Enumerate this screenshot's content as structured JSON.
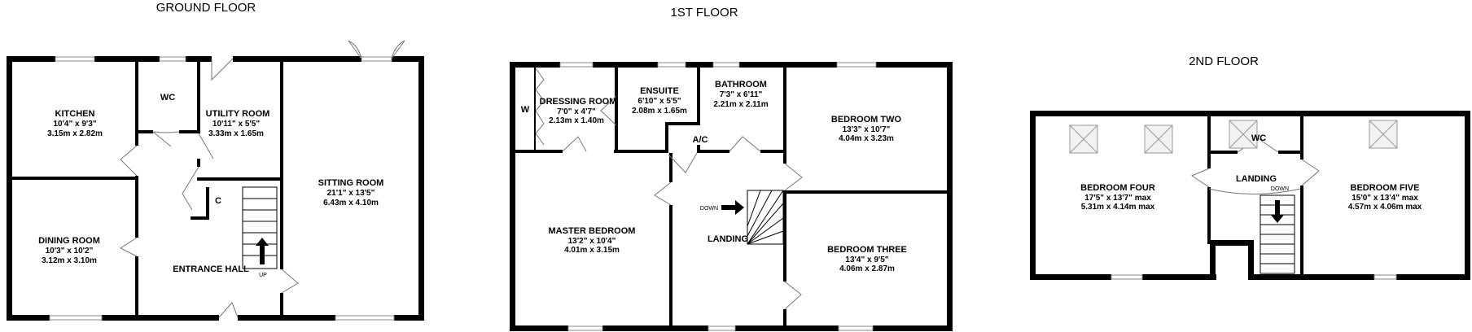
{
  "floors": {
    "ground": {
      "title": "GROUND FLOOR",
      "kitchen": {
        "name": "KITCHEN",
        "dim1": "10'4\"  x 9'3\"",
        "dim2": "3.15m  x 2.82m"
      },
      "wc": {
        "name": "WC"
      },
      "utility": {
        "name": "UTILITY ROOM",
        "dim1": "10'11\"  x 5'5\"",
        "dim2": "3.33m  x 1.65m"
      },
      "sitting": {
        "name": "SITTING ROOM",
        "dim1": "21'1\"  x 13'5\"",
        "dim2": "6.43m  x 4.10m"
      },
      "dining": {
        "name": "DINING ROOM",
        "dim1": "10'3\"  x 10'2\"",
        "dim2": "3.12m  x 3.10m"
      },
      "cupboard": {
        "name": "C"
      },
      "hall": {
        "name": "ENTRANCE HALL"
      },
      "stair_label": "UP"
    },
    "first": {
      "title": "1ST FLOOR",
      "wardrobe": {
        "name": "W"
      },
      "dressing": {
        "name": "DRESSING ROOM",
        "dim1": "7'0\"  x 4'7\"",
        "dim2": "2.13m  x 1.40m"
      },
      "ensuite": {
        "name": "ENSUITE",
        "dim1": "6'10\"  x 5'5\"",
        "dim2": "2.08m  x 1.65m"
      },
      "bathroom": {
        "name": "BATHROOM",
        "dim1": "7'3\"  x 6'11\"",
        "dim2": "2.21m  x 2.11m"
      },
      "bed2": {
        "name": "BEDROOM TWO",
        "dim1": "13'3\"  x 10'7\"",
        "dim2": "4.04m  x 3.23m"
      },
      "ac": {
        "name": "A/C"
      },
      "master": {
        "name": "MASTER BEDROOM",
        "dim1": "13'2\"  x 10'4\"",
        "dim2": "4.01m  x 3.15m"
      },
      "landing": {
        "name": "LANDING"
      },
      "bed3": {
        "name": "BEDROOM THREE",
        "dim1": "13'4\"  x 9'5\"",
        "dim2": "4.06m  x 2.87m"
      },
      "stair_label": "DOWN"
    },
    "second": {
      "title": "2ND FLOOR",
      "bed4": {
        "name": "BEDROOM FOUR",
        "dim1": "17'5\"  x 13'7\" max",
        "dim2": "5.31m  x 4.14m max"
      },
      "wc": {
        "name": "WC"
      },
      "landing": {
        "name": "LANDING"
      },
      "bed5": {
        "name": "BEDROOM FIVE",
        "dim1": "15'0\"  x 13'4\" max",
        "dim2": "4.57m  x 4.06m max"
      },
      "stair_label": "DOWN"
    }
  }
}
